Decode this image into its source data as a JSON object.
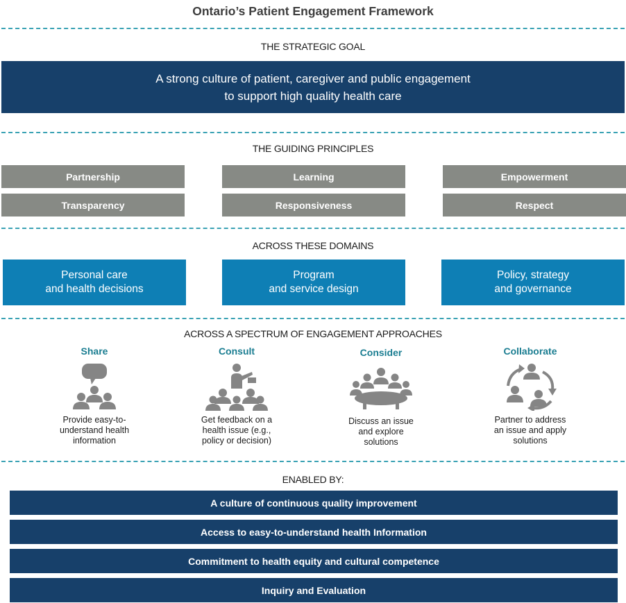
{
  "title": "Ontario’s Patient Engagement Framework",
  "strategic_goal": {
    "heading": "THE STRATEGIC GOAL",
    "line1": "A strong culture of patient, caregiver and public engagement",
    "line2": "to support high quality health care"
  },
  "guiding_principles": {
    "heading": "THE GUIDING PRINCIPLES",
    "items": [
      "Partnership",
      "Learning",
      "Empowerment",
      "Transparency",
      "Responsiveness",
      "Respect"
    ]
  },
  "domains": {
    "heading": "ACROSS THESE DOMAINS",
    "items": [
      {
        "line1": "Personal care",
        "line2": "and health decisions"
      },
      {
        "line1": "Program",
        "line2": "and service design"
      },
      {
        "line1": "Policy, strategy",
        "line2": "and governance"
      }
    ]
  },
  "approaches": {
    "heading": "ACROSS A SPECTRUM OF ENGAGEMENT APPROACHES",
    "items": [
      {
        "title": "Share",
        "icon": "speech-bubble-group-icon",
        "desc": [
          "Provide easy-to-",
          "understand health",
          "information"
        ]
      },
      {
        "title": "Consult",
        "icon": "presenter-audience-icon",
        "desc": [
          "Get feedback on a",
          "health issue (e.g.,",
          "policy or decision)"
        ]
      },
      {
        "title": "Consider",
        "icon": "round-table-meeting-icon",
        "desc": [
          "Discuss an issue",
          "and explore",
          "solutions"
        ]
      },
      {
        "title": "Collaborate",
        "icon": "cycle-people-icon",
        "desc": [
          "Partner to address",
          "an issue and apply",
          "solutions"
        ]
      }
    ]
  },
  "enablers": {
    "heading": "ENABLED BY:",
    "items": [
      "A culture of continuous quality improvement",
      "Access to easy-to-understand health Information",
      "Commitment to health equity and cultural competence",
      "Inquiry and Evaluation"
    ]
  },
  "colors": {
    "navy": "#17406a",
    "blue": "#0e7fb5",
    "gray": "#878a85",
    "teal": "#1a7d91",
    "dash": "#3aa2b4",
    "icon": "#858585"
  }
}
